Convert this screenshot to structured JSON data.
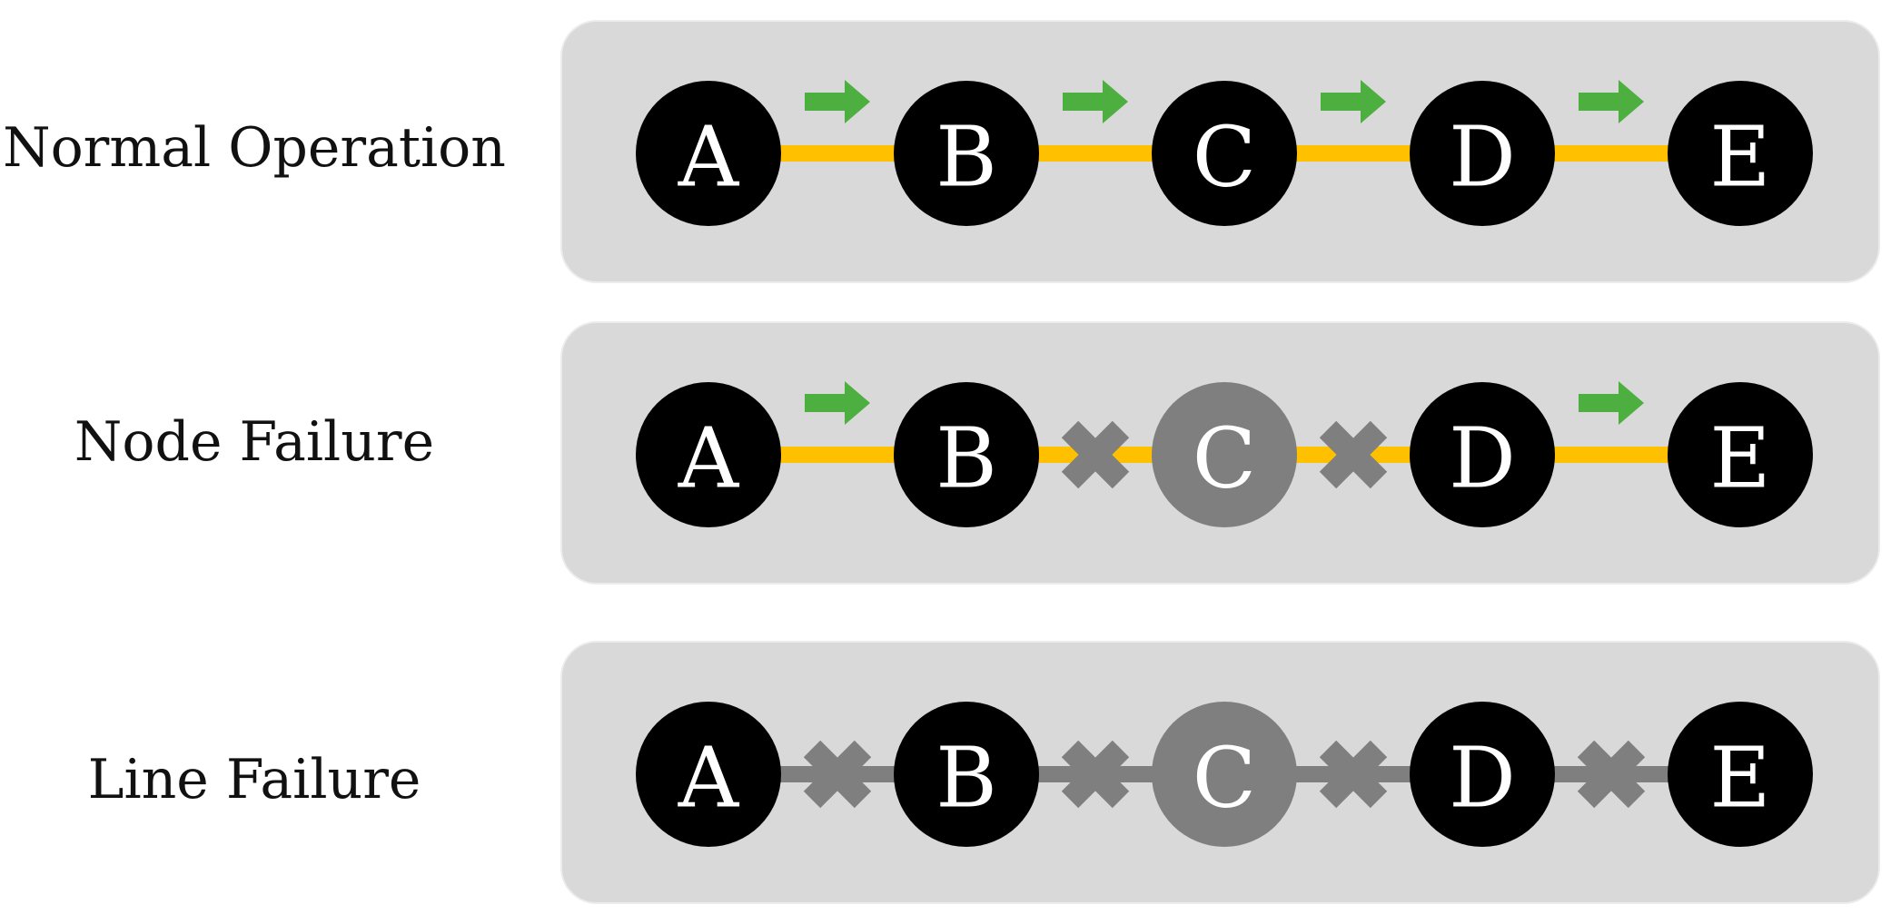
{
  "colors": {
    "background": "#ffffff",
    "panel": "#d9d9d9",
    "node_active": "#000000",
    "node_failed": "#7f7f7f",
    "line_active": "#ffc000",
    "line_failed": "#7f7f7f",
    "arrow": "#4caf3f",
    "cross": "#7f7f7f",
    "letter": "#ffffff"
  },
  "rows": [
    {
      "label": "Normal Operation",
      "nodes": [
        {
          "letter": "A",
          "status": "active"
        },
        {
          "letter": "B",
          "status": "active"
        },
        {
          "letter": "C",
          "status": "active"
        },
        {
          "letter": "D",
          "status": "active"
        },
        {
          "letter": "E",
          "status": "active"
        }
      ],
      "links": [
        {
          "status": "active",
          "marker": "arrow"
        },
        {
          "status": "active",
          "marker": "arrow"
        },
        {
          "status": "active",
          "marker": "arrow"
        },
        {
          "status": "active",
          "marker": "arrow"
        }
      ]
    },
    {
      "label": "Node Failure",
      "nodes": [
        {
          "letter": "A",
          "status": "active"
        },
        {
          "letter": "B",
          "status": "active"
        },
        {
          "letter": "C",
          "status": "failed"
        },
        {
          "letter": "D",
          "status": "active"
        },
        {
          "letter": "E",
          "status": "active"
        }
      ],
      "links": [
        {
          "status": "active",
          "marker": "arrow"
        },
        {
          "status": "active",
          "marker": "cross"
        },
        {
          "status": "active",
          "marker": "cross"
        },
        {
          "status": "active",
          "marker": "arrow"
        }
      ]
    },
    {
      "label": "Line Failure",
      "nodes": [
        {
          "letter": "A",
          "status": "active"
        },
        {
          "letter": "B",
          "status": "active"
        },
        {
          "letter": "C",
          "status": "failed"
        },
        {
          "letter": "D",
          "status": "active"
        },
        {
          "letter": "E",
          "status": "active"
        }
      ],
      "links": [
        {
          "status": "failed",
          "marker": "cross"
        },
        {
          "status": "failed",
          "marker": "cross"
        },
        {
          "status": "failed",
          "marker": "cross"
        },
        {
          "status": "failed",
          "marker": "cross"
        }
      ]
    }
  ]
}
